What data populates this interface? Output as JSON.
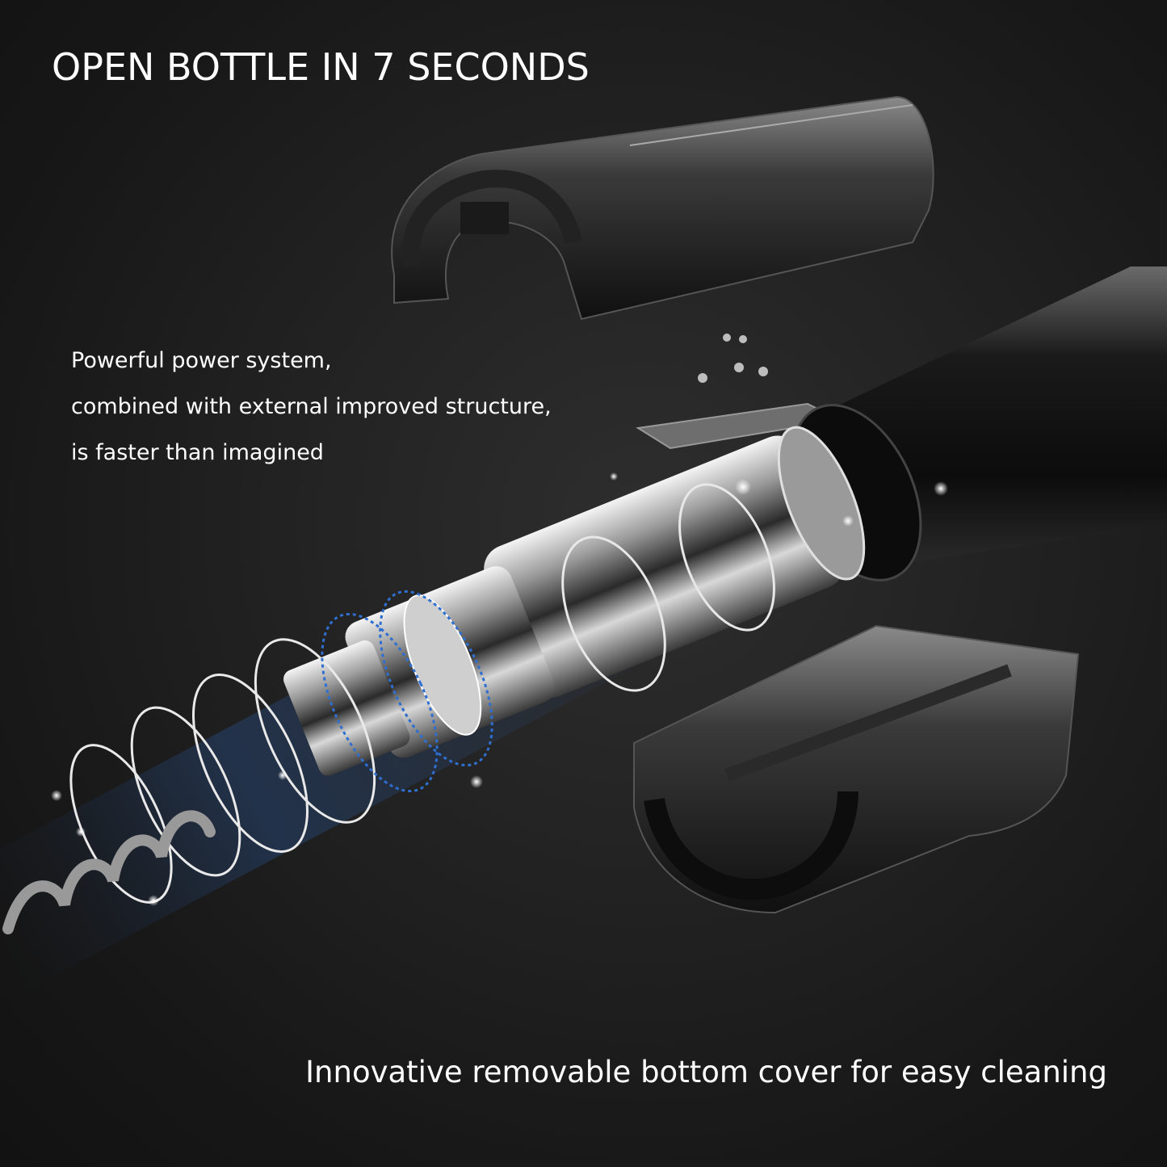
{
  "headline": "OPEN BOTTLE IN 7 SECONDS",
  "description": {
    "lines": [
      "Powerful power system,",
      "combined with external improved structure,",
      "is faster than imagined"
    ]
  },
  "footer": "Innovative removable bottom cover for easy cleaning",
  "colors": {
    "background": "#1c1c1c",
    "text": "#ffffff",
    "accent_glow": "#2f6fd0"
  },
  "illustration": {
    "parts": [
      "top-cover",
      "circuit-board",
      "screws",
      "motor-body",
      "gear-assembly",
      "battery-tube",
      "bottom-cover",
      "corkscrew-spiral"
    ]
  }
}
